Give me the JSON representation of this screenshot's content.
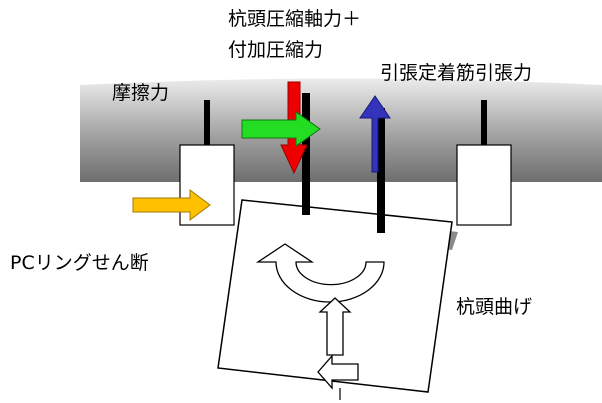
{
  "labels": {
    "friction": "摩擦力",
    "pile_head_force_line1": "杭頭圧縮軸力＋",
    "pile_head_force_line2": "付加圧縮力",
    "anchor_tension": "引張定着筋引張力",
    "pc_ring_shear": "PCリングせん断",
    "pile_head_bending": "杭頭曲げ"
  },
  "colors": {
    "compression_arrow": "#ee0000",
    "friction_arrow": "#22dd22",
    "tension_arrow": "#3333bb",
    "shear_arrow": "#ffc000",
    "beam_gradient_dark": "#6e6e6e",
    "beam_gradient_light": "#ececec",
    "shadow": "#8a8a8a",
    "outline": "#000000",
    "fill_white": "#ffffff"
  }
}
